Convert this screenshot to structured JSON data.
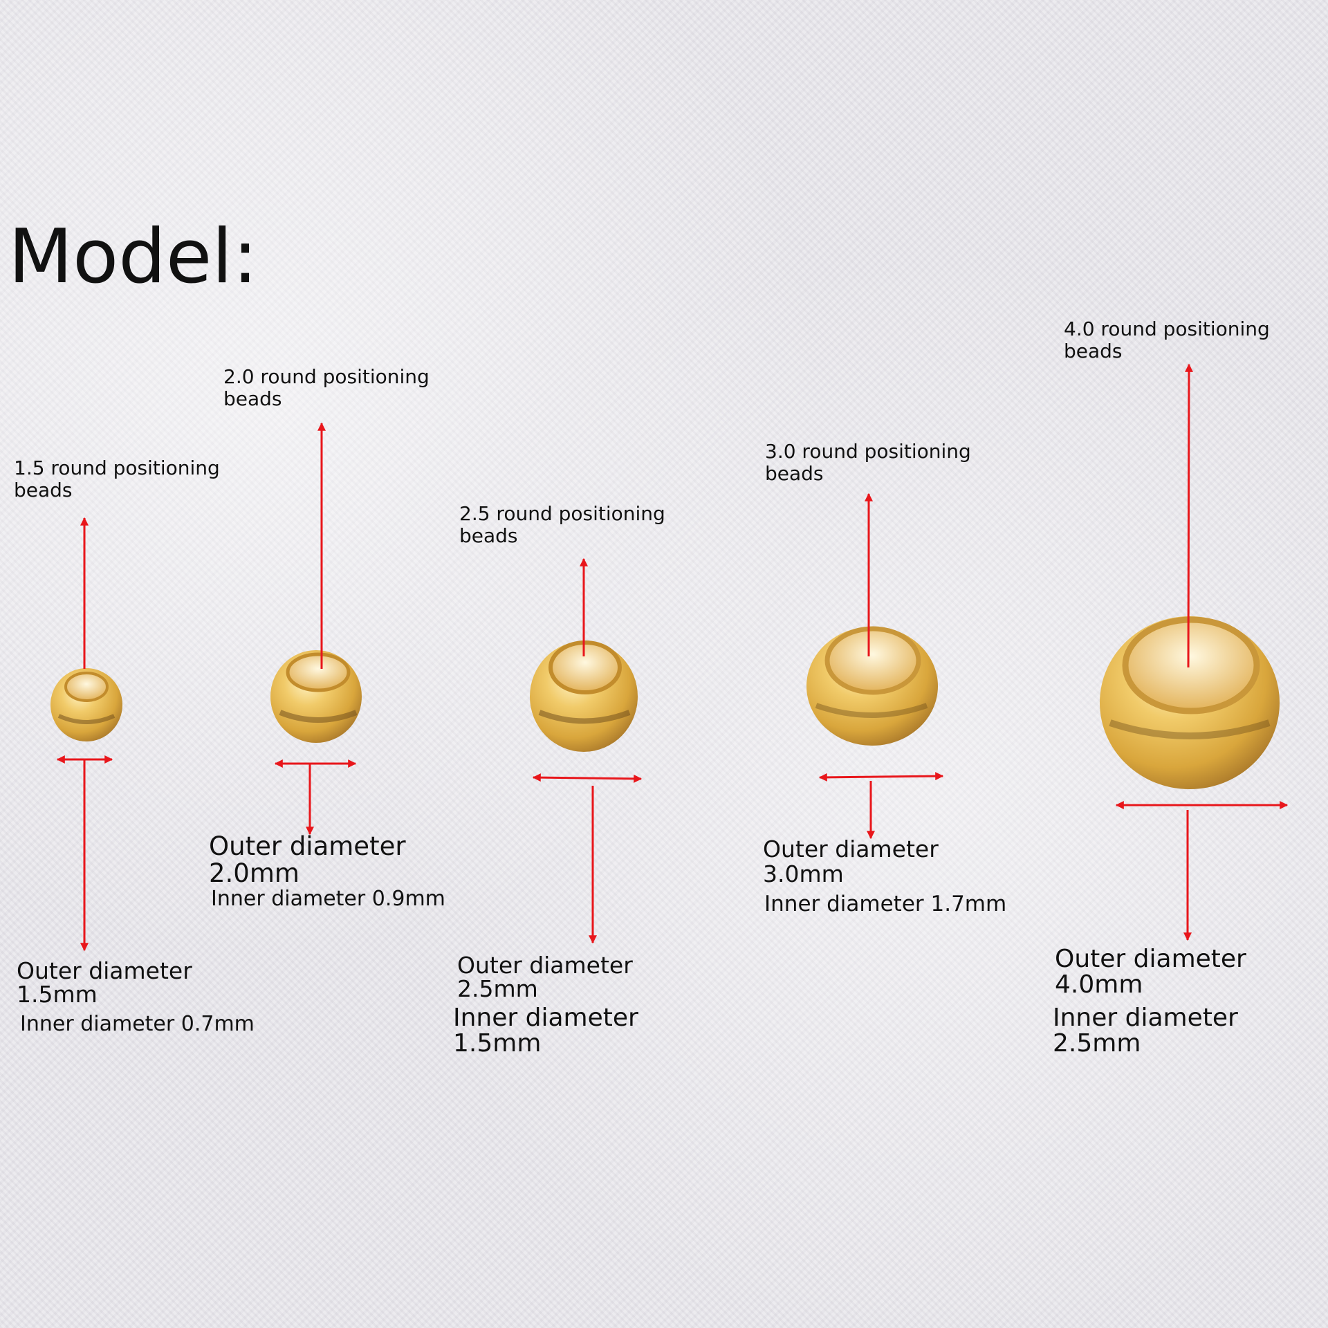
{
  "title": "Model:",
  "beads": [
    {
      "name": "1.5 round positioning\nbeads",
      "outer": "Outer diameter\n1.5mm",
      "inner": "Inner diameter 0.7mm"
    },
    {
      "name": "2.0 round positioning\nbeads",
      "outer": "Outer diameter\n2.0mm",
      "inner": "Inner diameter 0.9mm"
    },
    {
      "name": "2.5 round positioning\nbeads",
      "outer": "Outer diameter\n2.5mm",
      "inner": "Inner diameter\n1.5mm"
    },
    {
      "name": "3.0 round positioning\nbeads",
      "outer": "Outer diameter\n3.0mm",
      "inner": "Inner diameter 1.7mm"
    },
    {
      "name": "4.0 round positioning\nbeads",
      "outer": "Outer diameter\n4.0mm",
      "inner": "Inner diameter\n2.5mm"
    }
  ],
  "colors": {
    "arrow": "#e8161b",
    "gold": "#e9b64a",
    "background": "#e8e6eb"
  }
}
